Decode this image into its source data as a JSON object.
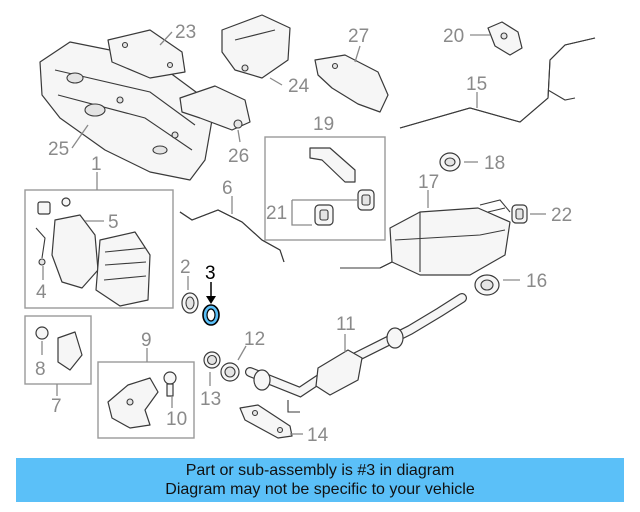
{
  "callouts": {
    "n1": "1",
    "n2": "2",
    "n3": "3",
    "n4": "4",
    "n5": "5",
    "n6": "6",
    "n7": "7",
    "n8": "8",
    "n9": "9",
    "n10": "10",
    "n11": "11",
    "n12": "12",
    "n13": "13",
    "n14": "14",
    "n15": "15",
    "n16": "16",
    "n17": "17",
    "n18": "18",
    "n19": "19",
    "n20": "20",
    "n21": "21",
    "n22": "22",
    "n23": "23",
    "n24": "24",
    "n25": "25",
    "n26": "26",
    "n27": "27"
  },
  "highlight": {
    "part_number": "3",
    "color": "#5bc0f8"
  },
  "banner": {
    "line1": "Part or sub-assembly is #3 in diagram",
    "line2": "Diagram may not be specific to your vehicle",
    "background": "#5bc0f8"
  }
}
